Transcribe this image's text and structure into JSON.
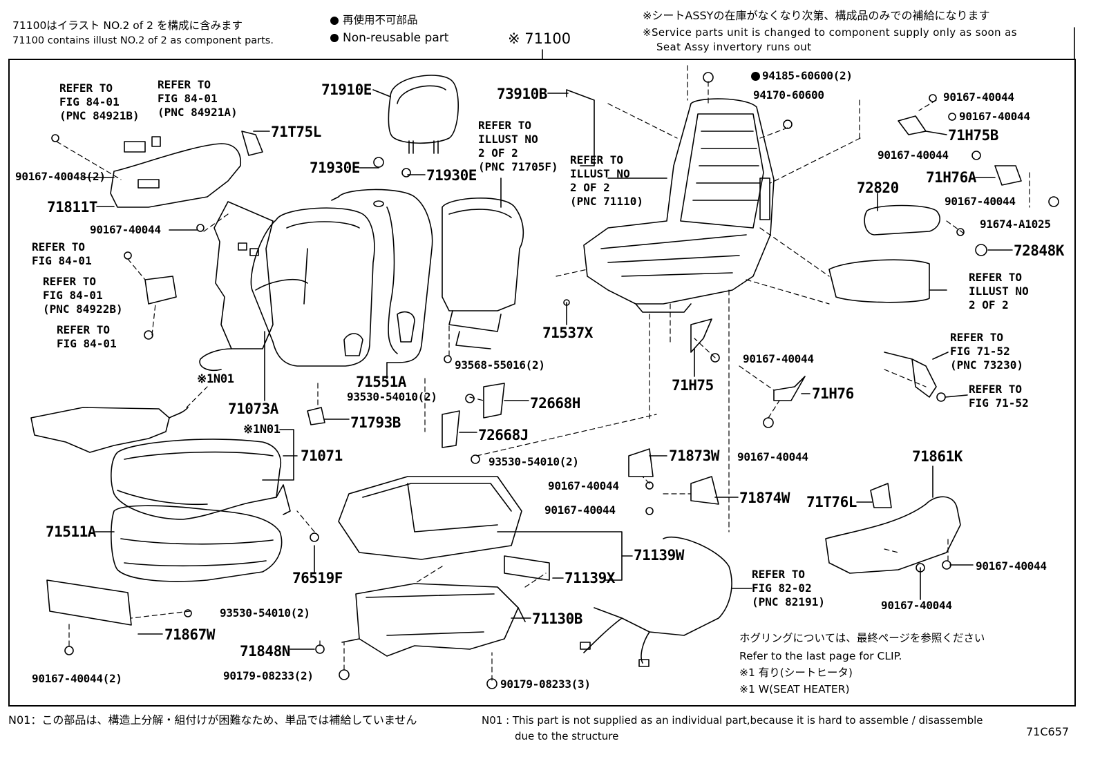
{
  "header": {
    "contains_jp": "71100はイラスト NO.2 of 2 を構成に含みます",
    "contains_en": "71100 contains illust NO.2 of 2 as component parts.",
    "nonreuse_jp": "再使用不可部品",
    "nonreuse_en": "Non-reusable part",
    "assy_no": "※ 71100",
    "service_jp": "※シートASSYの在庫がなくなり次第、構成品のみでの補給になります",
    "service_en1": "※Service parts unit is changed to component supply only as soon as",
    "service_en2": "Seat Assy invertory runs out"
  },
  "parts": [
    {
      "id": "71910E",
      "label": "71910E"
    },
    {
      "id": "73910B",
      "label": "73910B"
    },
    {
      "id": "71T75L",
      "label": "71T75L"
    },
    {
      "id": "71930E_a",
      "label": "71930E"
    },
    {
      "id": "71930E_b",
      "label": "71930E"
    },
    {
      "id": "71811T",
      "label": "71811T"
    },
    {
      "id": "71537X",
      "label": "71537X"
    },
    {
      "id": "71551A",
      "label": "71551A"
    },
    {
      "id": "71073A",
      "label": "71073A"
    },
    {
      "id": "71793B",
      "label": "71793B"
    },
    {
      "id": "72668H",
      "label": "72668H"
    },
    {
      "id": "72668J",
      "label": "72668J"
    },
    {
      "id": "71071",
      "label": "71071"
    },
    {
      "id": "71511A",
      "label": "71511A"
    },
    {
      "id": "76519F",
      "label": "76519F"
    },
    {
      "id": "71867W",
      "label": "71867W"
    },
    {
      "id": "71848N",
      "label": "71848N"
    },
    {
      "id": "71139W",
      "label": "71139W"
    },
    {
      "id": "71139X",
      "label": "71139X"
    },
    {
      "id": "71130B",
      "label": "71130B"
    },
    {
      "id": "71873W",
      "label": "71873W"
    },
    {
      "id": "71874W",
      "label": "71874W"
    },
    {
      "id": "71H75",
      "label": "71H75"
    },
    {
      "id": "71H76",
      "label": "71H76"
    },
    {
      "id": "71H75B",
      "label": "71H75B"
    },
    {
      "id": "71H76A",
      "label": "71H76A"
    },
    {
      "id": "72820",
      "label": "72820"
    },
    {
      "id": "72848K",
      "label": "72848K"
    },
    {
      "id": "71861K",
      "label": "71861K"
    },
    {
      "id": "71T76L",
      "label": "71T76L"
    }
  ],
  "small_parts": [
    {
      "id": "s1",
      "label": "90167-40048(2)"
    },
    {
      "id": "s2",
      "label": "90167-40044"
    },
    {
      "id": "s3",
      "label": "93568-55016(2)"
    },
    {
      "id": "s4",
      "label": "93530-54010(2)"
    },
    {
      "id": "s5",
      "label": "93530-54010(2)"
    },
    {
      "id": "s6",
      "label": "90167-40044"
    },
    {
      "id": "s7",
      "label": "90167-40044"
    },
    {
      "id": "s8",
      "label": "93530-54010(2)"
    },
    {
      "id": "s9",
      "label": "90167-40044(2)"
    },
    {
      "id": "s10",
      "label": "90179-08233(2)"
    },
    {
      "id": "s11",
      "label": "90179-08233(3)"
    },
    {
      "id": "s12",
      "label": "94185-60600(2)"
    },
    {
      "id": "s13",
      "label": "94170-60600"
    },
    {
      "id": "s14",
      "label": "90167-40044"
    },
    {
      "id": "s15",
      "label": "90167-40044"
    },
    {
      "id": "s16",
      "label": "90167-40044"
    },
    {
      "id": "s17",
      "label": "90167-40044"
    },
    {
      "id": "s18",
      "label": "91674-A1025"
    },
    {
      "id": "s19",
      "label": "90167-40044"
    },
    {
      "id": "s20",
      "label": "90167-40044"
    },
    {
      "id": "s21",
      "label": "90167-40044"
    },
    {
      "id": "s22",
      "label": "90167-40044"
    }
  ],
  "refs": [
    {
      "id": "r1",
      "text": "REFER TO\nFIG 84-01\n(PNC 84921B)"
    },
    {
      "id": "r2",
      "text": "REFER TO\nFIG 84-01\n(PNC 84921A)"
    },
    {
      "id": "r3",
      "text": "REFER TO\nFIG 84-01"
    },
    {
      "id": "r4",
      "text": "REFER TO\nFIG 84-01\n(PNC 84922B)"
    },
    {
      "id": "r5",
      "text": "REFER TO\nFIG 84-01"
    },
    {
      "id": "r6",
      "text": "REFER TO\nILLUST NO\n2 OF 2\n(PNC 71705F)"
    },
    {
      "id": "r7",
      "text": "REFER TO\nILLUST NO\n2 OF 2\n(PNC 71110)"
    },
    {
      "id": "r8",
      "text": "REFER TO\nILLUST NO\n2 OF 2"
    },
    {
      "id": "r9",
      "text": "REFER TO\nFIG 71-52\n(PNC 73230)"
    },
    {
      "id": "r10",
      "text": "REFER TO\nFIG 71-52"
    },
    {
      "id": "r11",
      "text": "REFER TO\nFIG 82-02\n(PNC 82191)"
    }
  ],
  "marks": {
    "n01_a": "※1N01",
    "n01_b": "※1N01"
  },
  "clip_note": {
    "jp": "ホグリングについては、最終ページを参照ください",
    "en": "Refer to the last page for CLIP.",
    "l1": "※1 有り(シートヒータ)",
    "l2": "※1 W(SEAT HEATER)"
  },
  "footer": {
    "jp": "N01：この部品は、構造上分解・組付けが困難なため、単品では補給していません",
    "en1": "N01 : This part is not supplied as an individual part,because it is hard to assemble / disassemble",
    "en2": "due to the structure",
    "code": "71C657"
  }
}
